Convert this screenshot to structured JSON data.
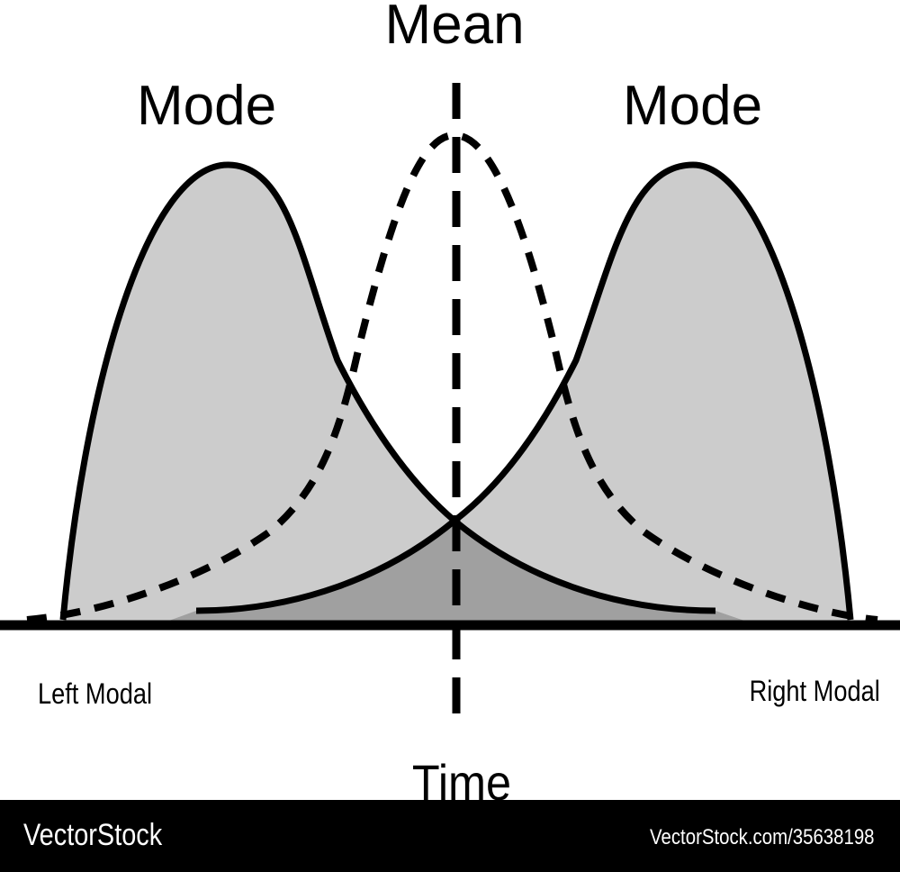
{
  "title": "Mean",
  "labels": {
    "mode_left": "Mode",
    "mode_right": "Mode",
    "left_modal": "Left Modal",
    "right_modal": "Right Modal",
    "x_axis": "Time"
  },
  "watermark": {
    "brand": "VectorStock",
    "id": "VectorStock.com/35638198"
  },
  "colors": {
    "single_fill": "#cccccc",
    "overlap_fill": "#a0a0a0",
    "stroke": "#000000",
    "footer": "#000000"
  }
}
